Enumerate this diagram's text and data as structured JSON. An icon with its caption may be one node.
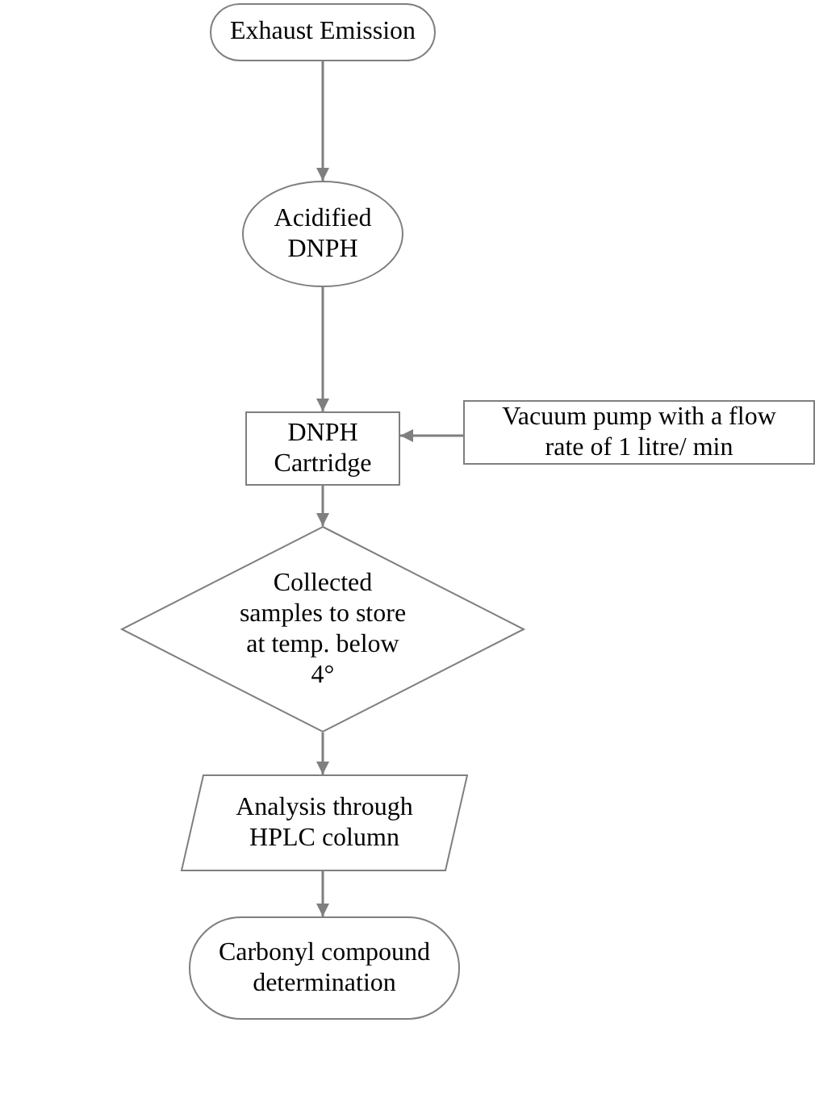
{
  "diagram": {
    "nodes": [
      {
        "text": [
          "Exhaust Emission"
        ]
      },
      {
        "text": [
          "Acidified DNPH"
        ]
      },
      {
        "text": [
          "DNPH Cartridge"
        ]
      },
      {
        "text": [
          "Vacuum pump with a flow rate of 1 litre/ min"
        ]
      },
      {
        "text": [
          "Collected samples to store at temp. below 4°"
        ]
      },
      {
        "text": [
          "Analysis through HPLC column"
        ]
      },
      {
        "text": [
          "Carbonyl compound determination"
        ]
      }
    ],
    "edges": [
      {
        "from": 0,
        "to": 1,
        "arrow": "to"
      },
      {
        "from": 1,
        "to": 2,
        "arrow": "to"
      },
      {
        "from": 3,
        "to": 2,
        "arrow": "to"
      },
      {
        "from": 2,
        "to": 4,
        "arrow": "to"
      },
      {
        "from": 4,
        "to": 5,
        "arrow": "to"
      },
      {
        "from": 5,
        "to": 6,
        "arrow": "to"
      }
    ]
  }
}
